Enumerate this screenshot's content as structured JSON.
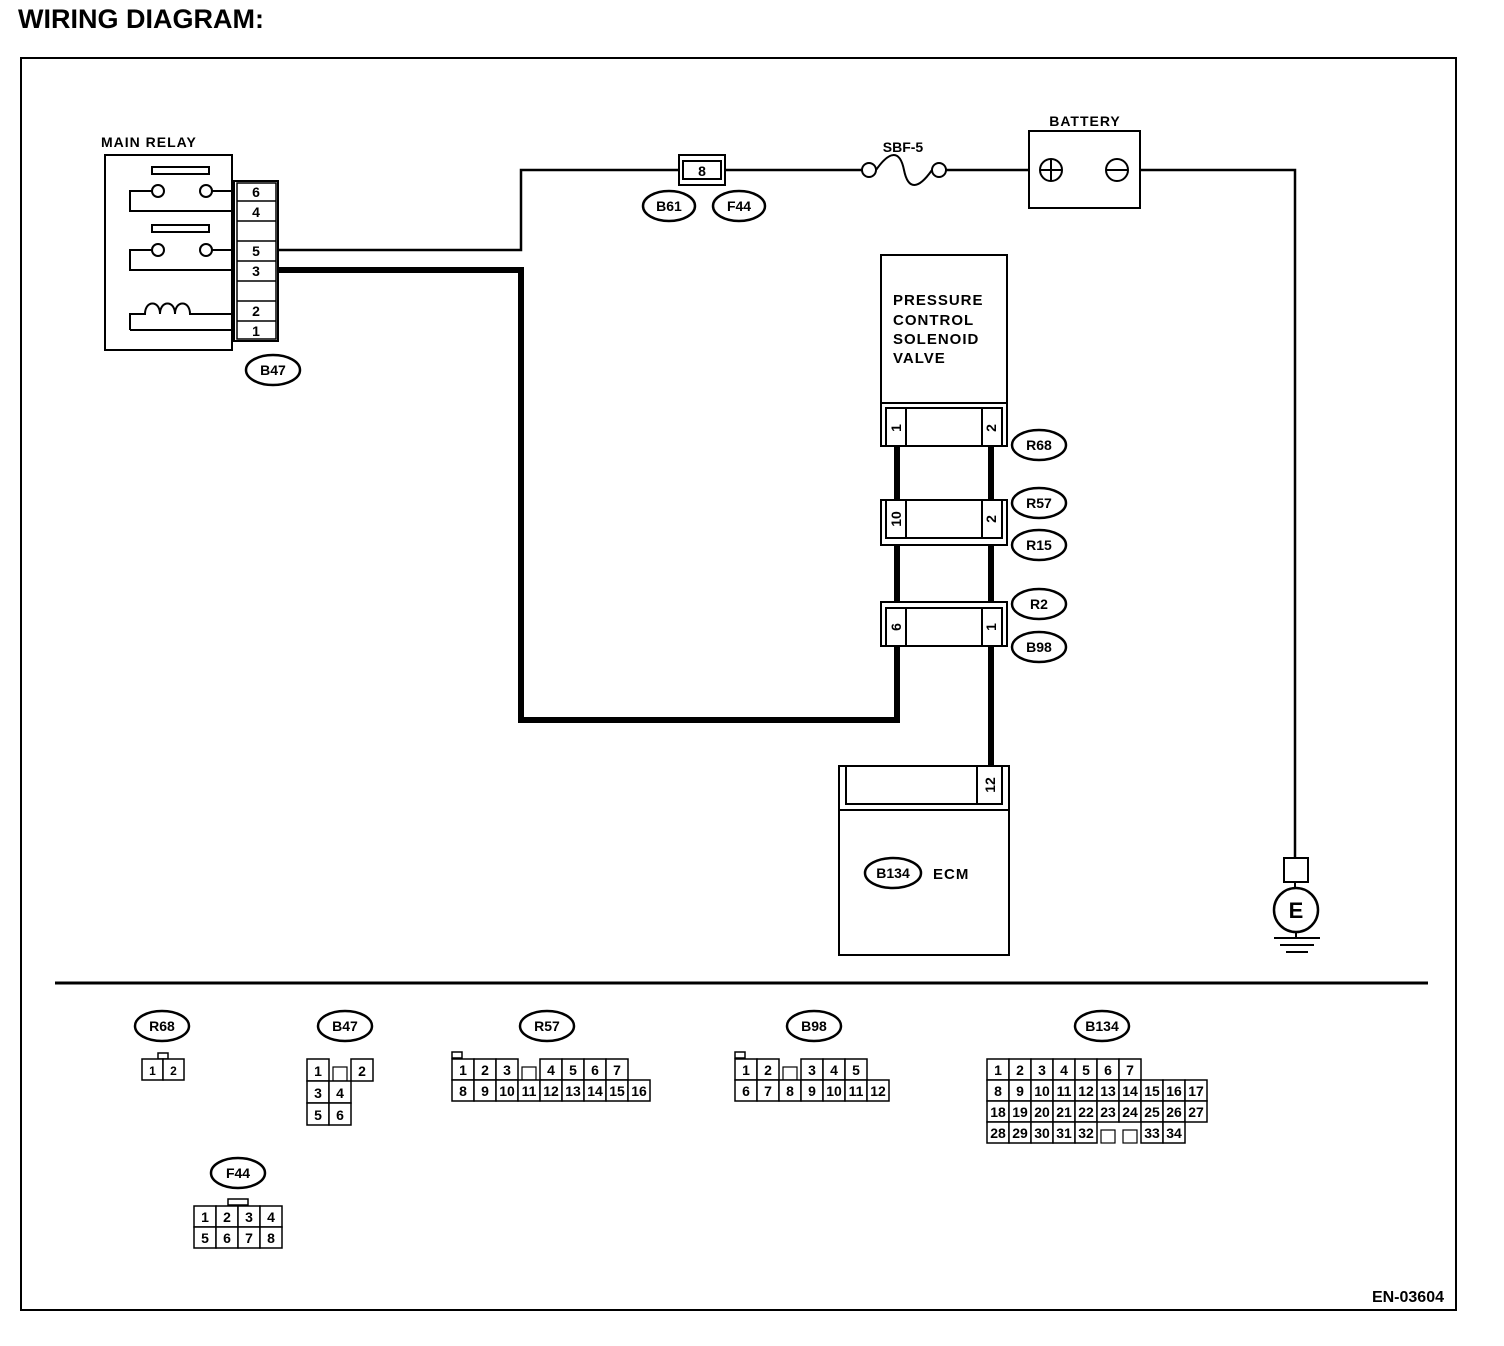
{
  "title": "WIRING DIAGRAM:",
  "figure_id": "EN-03604",
  "components": {
    "main_relay": "MAIN RELAY",
    "battery": "BATTERY",
    "fuse": "SBF-5",
    "solenoid": [
      "PRESSURE",
      "CONTROL",
      "SOLENOID",
      "VALVE"
    ],
    "ecm": "ECM",
    "ground": "E"
  },
  "connector_tags": {
    "b47": "B47",
    "b61": "B61",
    "f44": "F44",
    "r68": "R68",
    "r57": "R57",
    "r15": "R15",
    "r2": "R2",
    "b98": "B98",
    "b134": "B134"
  },
  "pins": {
    "relay": [
      "6",
      "4",
      "5",
      "3",
      "2",
      "1"
    ],
    "fuse_link": "8",
    "r68": [
      "1",
      "2"
    ],
    "r57": [
      "10",
      "2"
    ],
    "b98": [
      "6",
      "1"
    ],
    "ecm": "12"
  },
  "legend": {
    "r68": {
      "label": "R68",
      "rows": [
        [
          "1",
          "2"
        ]
      ]
    },
    "b47": {
      "label": "B47",
      "rows": [
        [
          "1",
          "",
          "2"
        ],
        [
          "3",
          "4"
        ],
        [
          "5",
          "6"
        ]
      ]
    },
    "r57": {
      "label": "R57",
      "rows": [
        [
          "1",
          "2",
          "3",
          "",
          "4",
          "5",
          "6",
          "7"
        ],
        [
          "8",
          "9",
          "10",
          "11",
          "12",
          "13",
          "14",
          "15",
          "16"
        ]
      ]
    },
    "b98": {
      "label": "B98",
      "rows": [
        [
          "1",
          "2",
          "",
          "3",
          "4",
          "5"
        ],
        [
          "6",
          "7",
          "8",
          "9",
          "10",
          "11",
          "12"
        ]
      ]
    },
    "b134": {
      "label": "B134",
      "rows": [
        [
          "1",
          "2",
          "3",
          "4",
          "5",
          "6",
          "7"
        ],
        [
          "8",
          "9",
          "10",
          "11",
          "12",
          "13",
          "14",
          "15",
          "16",
          "17"
        ],
        [
          "18",
          "19",
          "20",
          "21",
          "22",
          "23",
          "24",
          "25",
          "26",
          "27"
        ],
        [
          "28",
          "29",
          "30",
          "31",
          "32",
          "",
          "",
          "33",
          "34"
        ]
      ]
    },
    "f44": {
      "label": "F44",
      "rows": [
        [
          "1",
          "2",
          "3",
          "4"
        ],
        [
          "5",
          "6",
          "7",
          "8"
        ]
      ]
    }
  }
}
